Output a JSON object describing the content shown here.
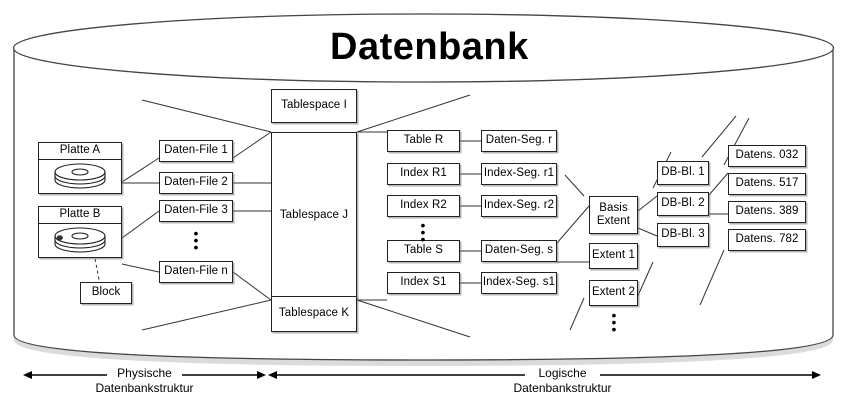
{
  "diagram": {
    "title": "Datenbank",
    "ellipsis_marker": "vertical-ellipsis"
  },
  "physical": {
    "disks": [
      {
        "label": "Platte A",
        "icon": "disk-platter-icon"
      },
      {
        "label": "Platte B",
        "icon": "disk-platter-icon"
      }
    ],
    "block": "Block",
    "datafiles": [
      "Daten-File 1",
      "Daten-File 2",
      "Daten-File 3",
      "Daten-File n"
    ]
  },
  "tablespaces": [
    "Tablespace I",
    "Tablespace J",
    "Tablespace K"
  ],
  "objects": [
    "Table R",
    "Index R1",
    "Index R2",
    "Table S",
    "Index S1"
  ],
  "segments": [
    "Daten-Seg. r",
    "Index-Seg. r1",
    "Index-Seg. r2",
    "Daten-Seg. s",
    "Index-Seg. s1"
  ],
  "extents": [
    "Basis Extent",
    "Extent 1",
    "Extent 2"
  ],
  "extent_basis_line1": "Basis",
  "extent_basis_line2": "Extent",
  "blocks": [
    "DB-Bl. 1",
    "DB-Bl. 2",
    "DB-Bl. 3"
  ],
  "records": [
    "Datens. 032",
    "Datens. 517",
    "Datens. 389",
    "Datens. 782"
  ],
  "footer": {
    "physical_line1": "Physische",
    "physical_line2": "Datenbankstruktur",
    "logical_line1": "Logische",
    "logical_line2": "Datenbankstruktur"
  },
  "colors": {
    "stroke": "#222222",
    "text": "#000000",
    "background": "#ffffff",
    "shadow": "#787878"
  }
}
